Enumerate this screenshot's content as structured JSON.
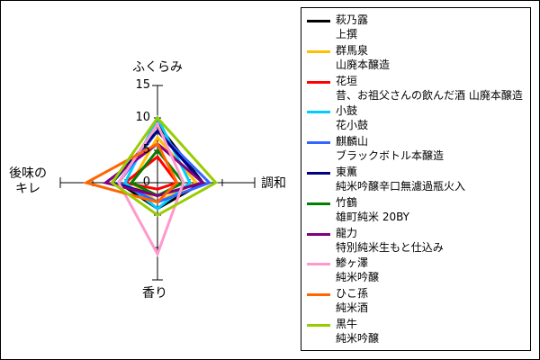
{
  "chart_data": {
    "type": "radar",
    "axes": [
      "ふくらみ",
      "調和",
      "香り",
      "後味の\nキレ"
    ],
    "rlim": [
      0,
      15
    ],
    "ticks": [
      "15",
      "10",
      "5",
      "0"
    ],
    "grid": false,
    "legend_position": "right",
    "series": [
      {
        "name": "萩乃露",
        "sub": "上撰",
        "color": "#000000",
        "values": [
          9,
          7,
          4,
          6
        ]
      },
      {
        "name": "群馬泉",
        "sub": "山廃本醸造",
        "color": "#FFC000",
        "values": [
          7,
          6,
          3,
          4
        ]
      },
      {
        "name": "花垣",
        "sub": "昔、お祖父さんの飲んだ酒 山廃本醸造",
        "color": "#FF0000",
        "values": [
          4,
          3,
          1,
          5
        ]
      },
      {
        "name": "小鼓",
        "sub": "花小鼓",
        "color": "#00CCFF",
        "values": [
          10,
          5,
          4,
          5
        ]
      },
      {
        "name": "麒麟山",
        "sub": "ブラックボトル本醸造",
        "color": "#3366FF",
        "values": [
          8,
          8,
          3,
          6
        ]
      },
      {
        "name": "東薫",
        "sub": "純米吟醸辛口無濾過瓶火入",
        "color": "#000080",
        "values": [
          8,
          7,
          2,
          7
        ]
      },
      {
        "name": "竹鶴",
        "sub": "雄町純米 20BY",
        "color": "#008000",
        "values": [
          5,
          4,
          2,
          4
        ]
      },
      {
        "name": "龍力",
        "sub": "特別純米生もと仕込み",
        "color": "#800080",
        "values": [
          6,
          7,
          2,
          8
        ]
      },
      {
        "name": "鯵ヶ澤",
        "sub": "純米吟醸",
        "color": "#FF99CC",
        "values": [
          9,
          4,
          11,
          6
        ]
      },
      {
        "name": "ひこ孫",
        "sub": "純米酒",
        "color": "#FF6600",
        "values": [
          6,
          3,
          3,
          11
        ]
      },
      {
        "name": "黒牛",
        "sub": "純米吟醸",
        "color": "#99CC00",
        "values": [
          10,
          9,
          5,
          7
        ]
      }
    ]
  }
}
